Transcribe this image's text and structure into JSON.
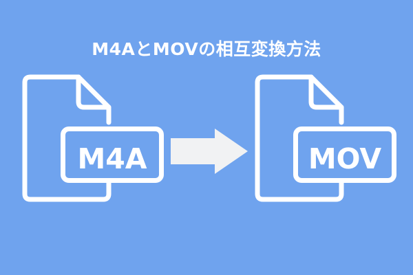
{
  "title": "M4AとMOVの相互変換方法",
  "source_file": {
    "label": "M4A",
    "icon": "file-icon"
  },
  "target_file": {
    "label": "MOV",
    "icon": "file-icon"
  },
  "arrow": {
    "icon": "arrow-right-icon"
  },
  "colors": {
    "background": "#6fa3ee",
    "foreground": "#ffffff",
    "arrow": "#f1f2f3"
  }
}
